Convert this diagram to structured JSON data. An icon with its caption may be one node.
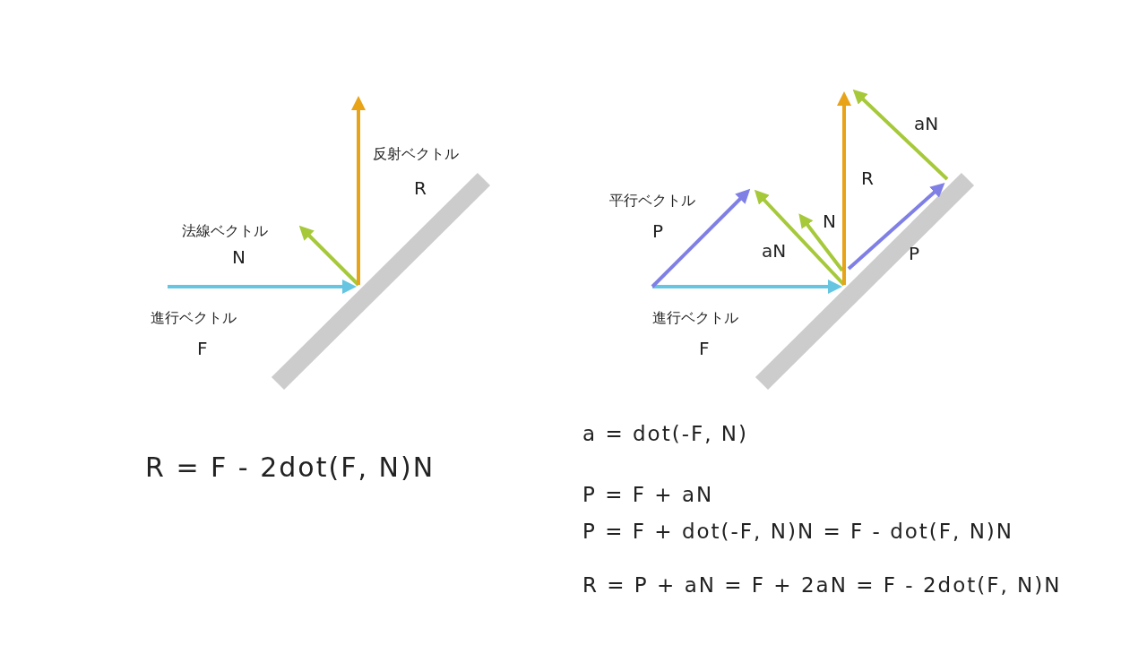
{
  "diagram": {
    "labels": [
      "反射ベクトル",
      "R",
      "法線ベクトル",
      "N",
      "進行ベクトル",
      "F",
      "R = F - 2dot(F, N)N",
      "aN",
      "R",
      "平行ベクトル",
      "P",
      "N",
      "aN",
      "P",
      "進行ベクトル",
      "F",
      "a = dot(-F, N)",
      "P = F + aN",
      "P = F + dot(-F, N)N = F - dot(F, N)N",
      "R = P + aN = F + 2aN = F - 2dot(F, N)N"
    ]
  }
}
